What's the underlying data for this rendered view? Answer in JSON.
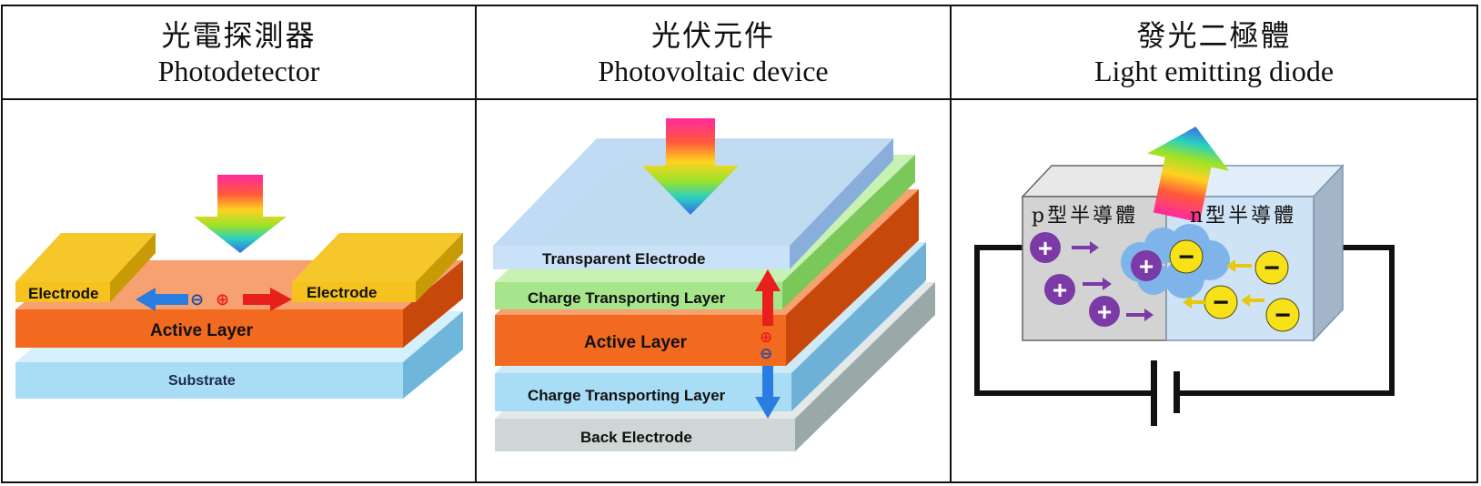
{
  "headers": [
    {
      "zh": "光電探測器",
      "en": "Photodetector"
    },
    {
      "zh": "光伏元件",
      "en": "Photovoltaic device"
    },
    {
      "zh": "發光二極體",
      "en": "Light emitting diode"
    }
  ],
  "photodetector": {
    "electrode_left": "Electrode",
    "electrode_right": "Electrode",
    "active_layer": "Active Layer",
    "substrate": "Substrate",
    "minus": "⊖",
    "plus": "⊕"
  },
  "photovoltaic": {
    "transparent_electrode": "Transparent Electrode",
    "ctl_top": "Charge Transporting Layer",
    "active_layer": "Active Layer",
    "ctl_bottom": "Charge Transporting Layer",
    "back_electrode": "Back Electrode",
    "plus": "⊕",
    "minus": "⊖"
  },
  "led": {
    "p_label": "p型半導體",
    "n_label": "n型半導體",
    "plus": "+",
    "minus": "−"
  },
  "colors": {
    "electrode_gold": "#f5c21f",
    "active_orange": "#f26a1f",
    "substrate_blue": "#a9ddf6",
    "ctl_green": "#a6e58c",
    "back_gray": "#cfd6d6",
    "hole_purple": "#7b3aa6",
    "electron_yellow": "#f7e21a"
  }
}
